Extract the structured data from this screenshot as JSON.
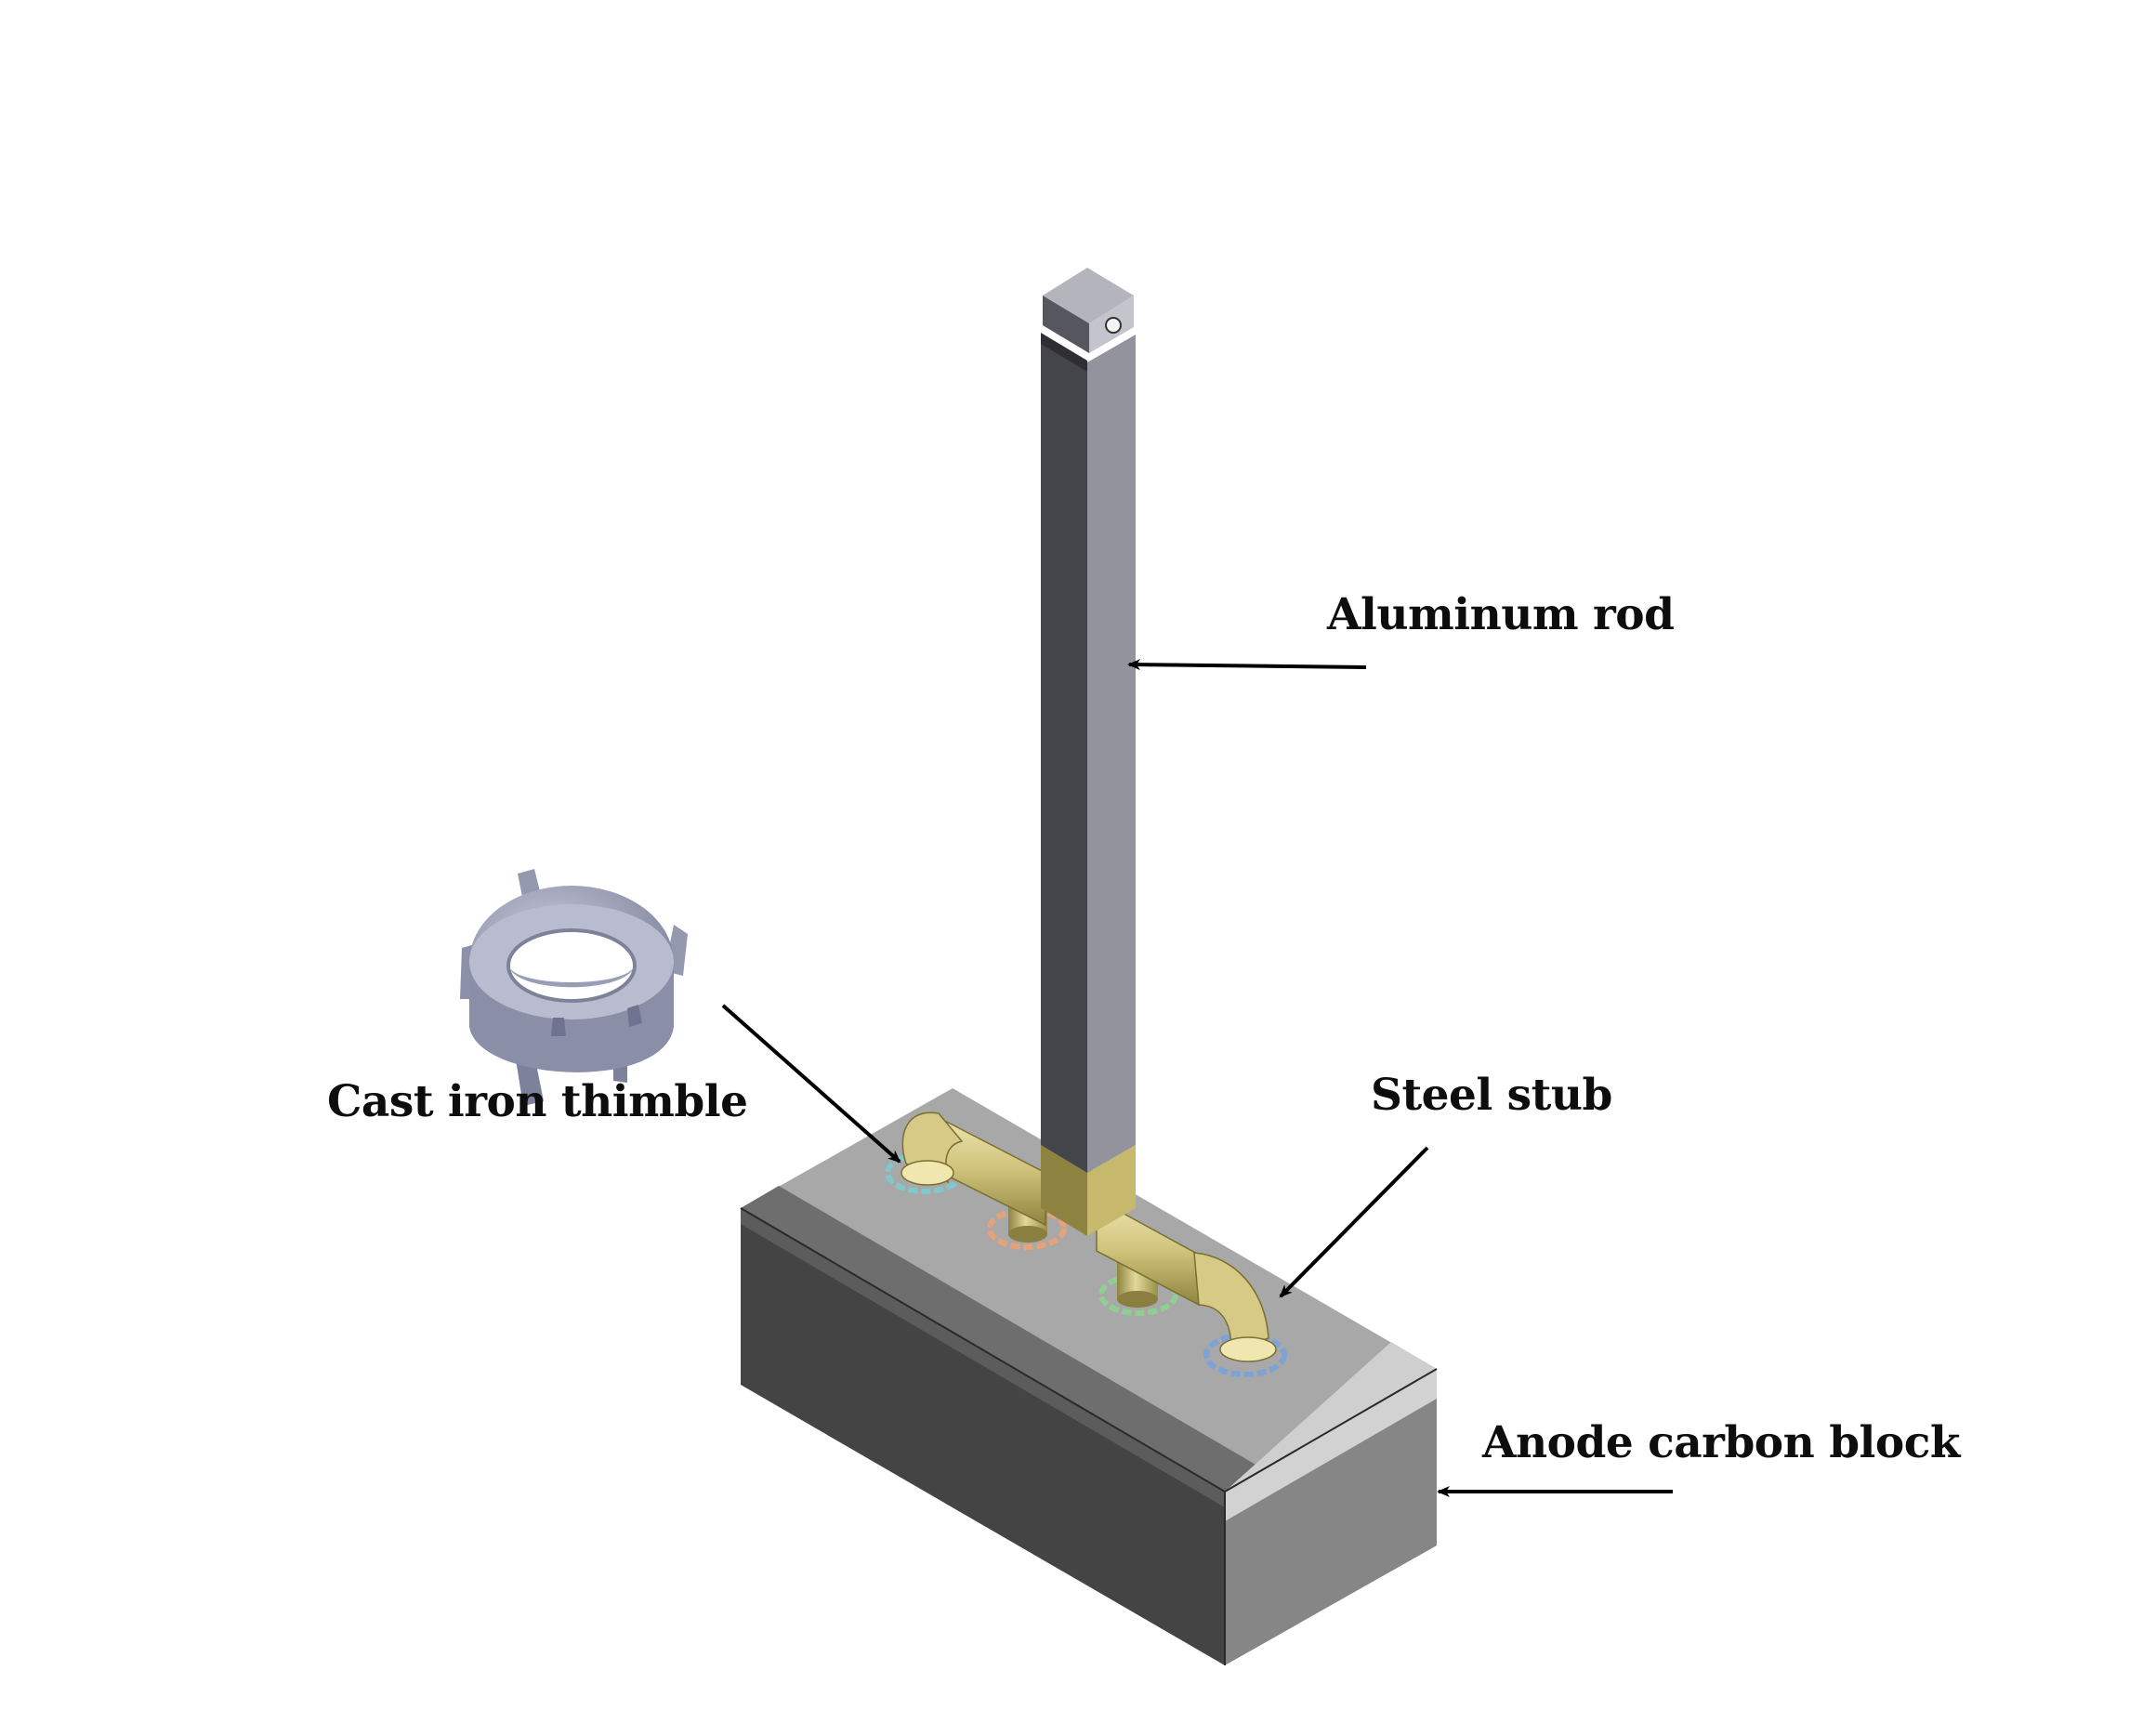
{
  "labels": {
    "aluminum_rod": "Aluminum rod",
    "cast_iron_thimble": "Cast iron thimble",
    "steel_stub": "Steel stub",
    "anode_carbon_block": "Anode carbon block"
  },
  "colors": {
    "background": "#ffffff",
    "block_top": "#a6a6a6",
    "block_front": "#444444",
    "block_side": "#858585",
    "block_chamfer": "#cdcdcd",
    "rod_light": "#90909c",
    "rod_dark": "#44444b",
    "stub": "#d9cd8c",
    "stub_dark": "#8a7f3f",
    "thimble": "#a4a8bd",
    "thimble_ring_teal": "#7fc9c9",
    "thimble_ring_orange": "#e7a27a",
    "thimble_ring_green": "#8fcf92",
    "thimble_ring_blue": "#7da3d6",
    "arrow": "#000000"
  },
  "icons": {
    "thimble": "cast-iron-thimble-icon",
    "arrow": "leader-arrow-icon"
  }
}
